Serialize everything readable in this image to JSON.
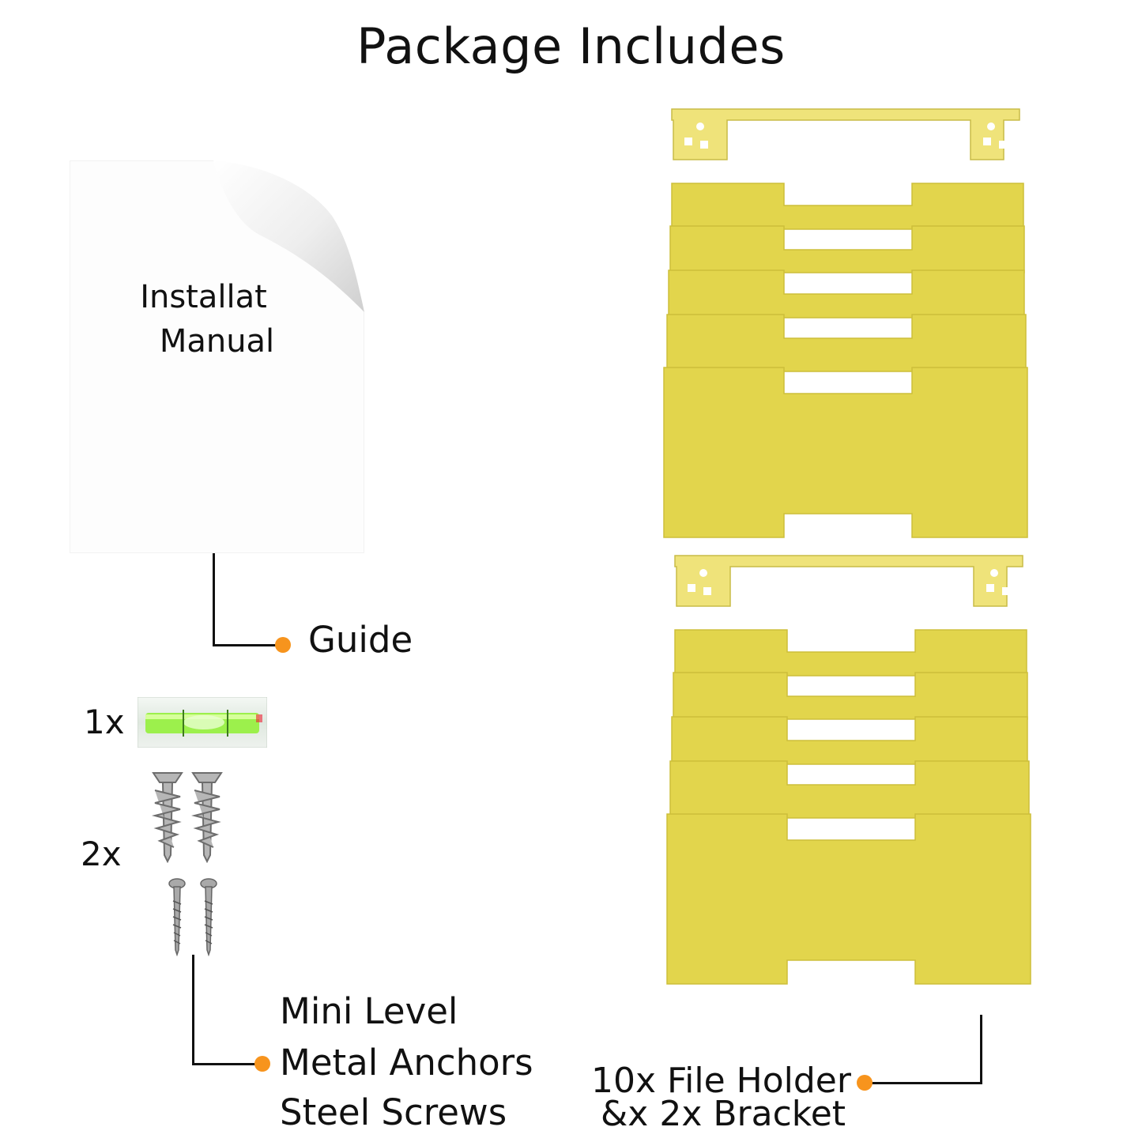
{
  "title": "Package Includes",
  "manual": {
    "line1": "Installat",
    "line2": "Manual"
  },
  "guide_label": "Guide",
  "level_count": "1x",
  "anchor_count": "2x",
  "hardware_labels": [
    "Mini Level",
    "Metal Anchors",
    "Steel Screws"
  ],
  "holder_labels": [
    "10x File Holder",
    "&x 2x Bracket"
  ],
  "colors": {
    "tray": "#e4d64e",
    "accent": "#f7941d",
    "level": "#7cf23a"
  }
}
